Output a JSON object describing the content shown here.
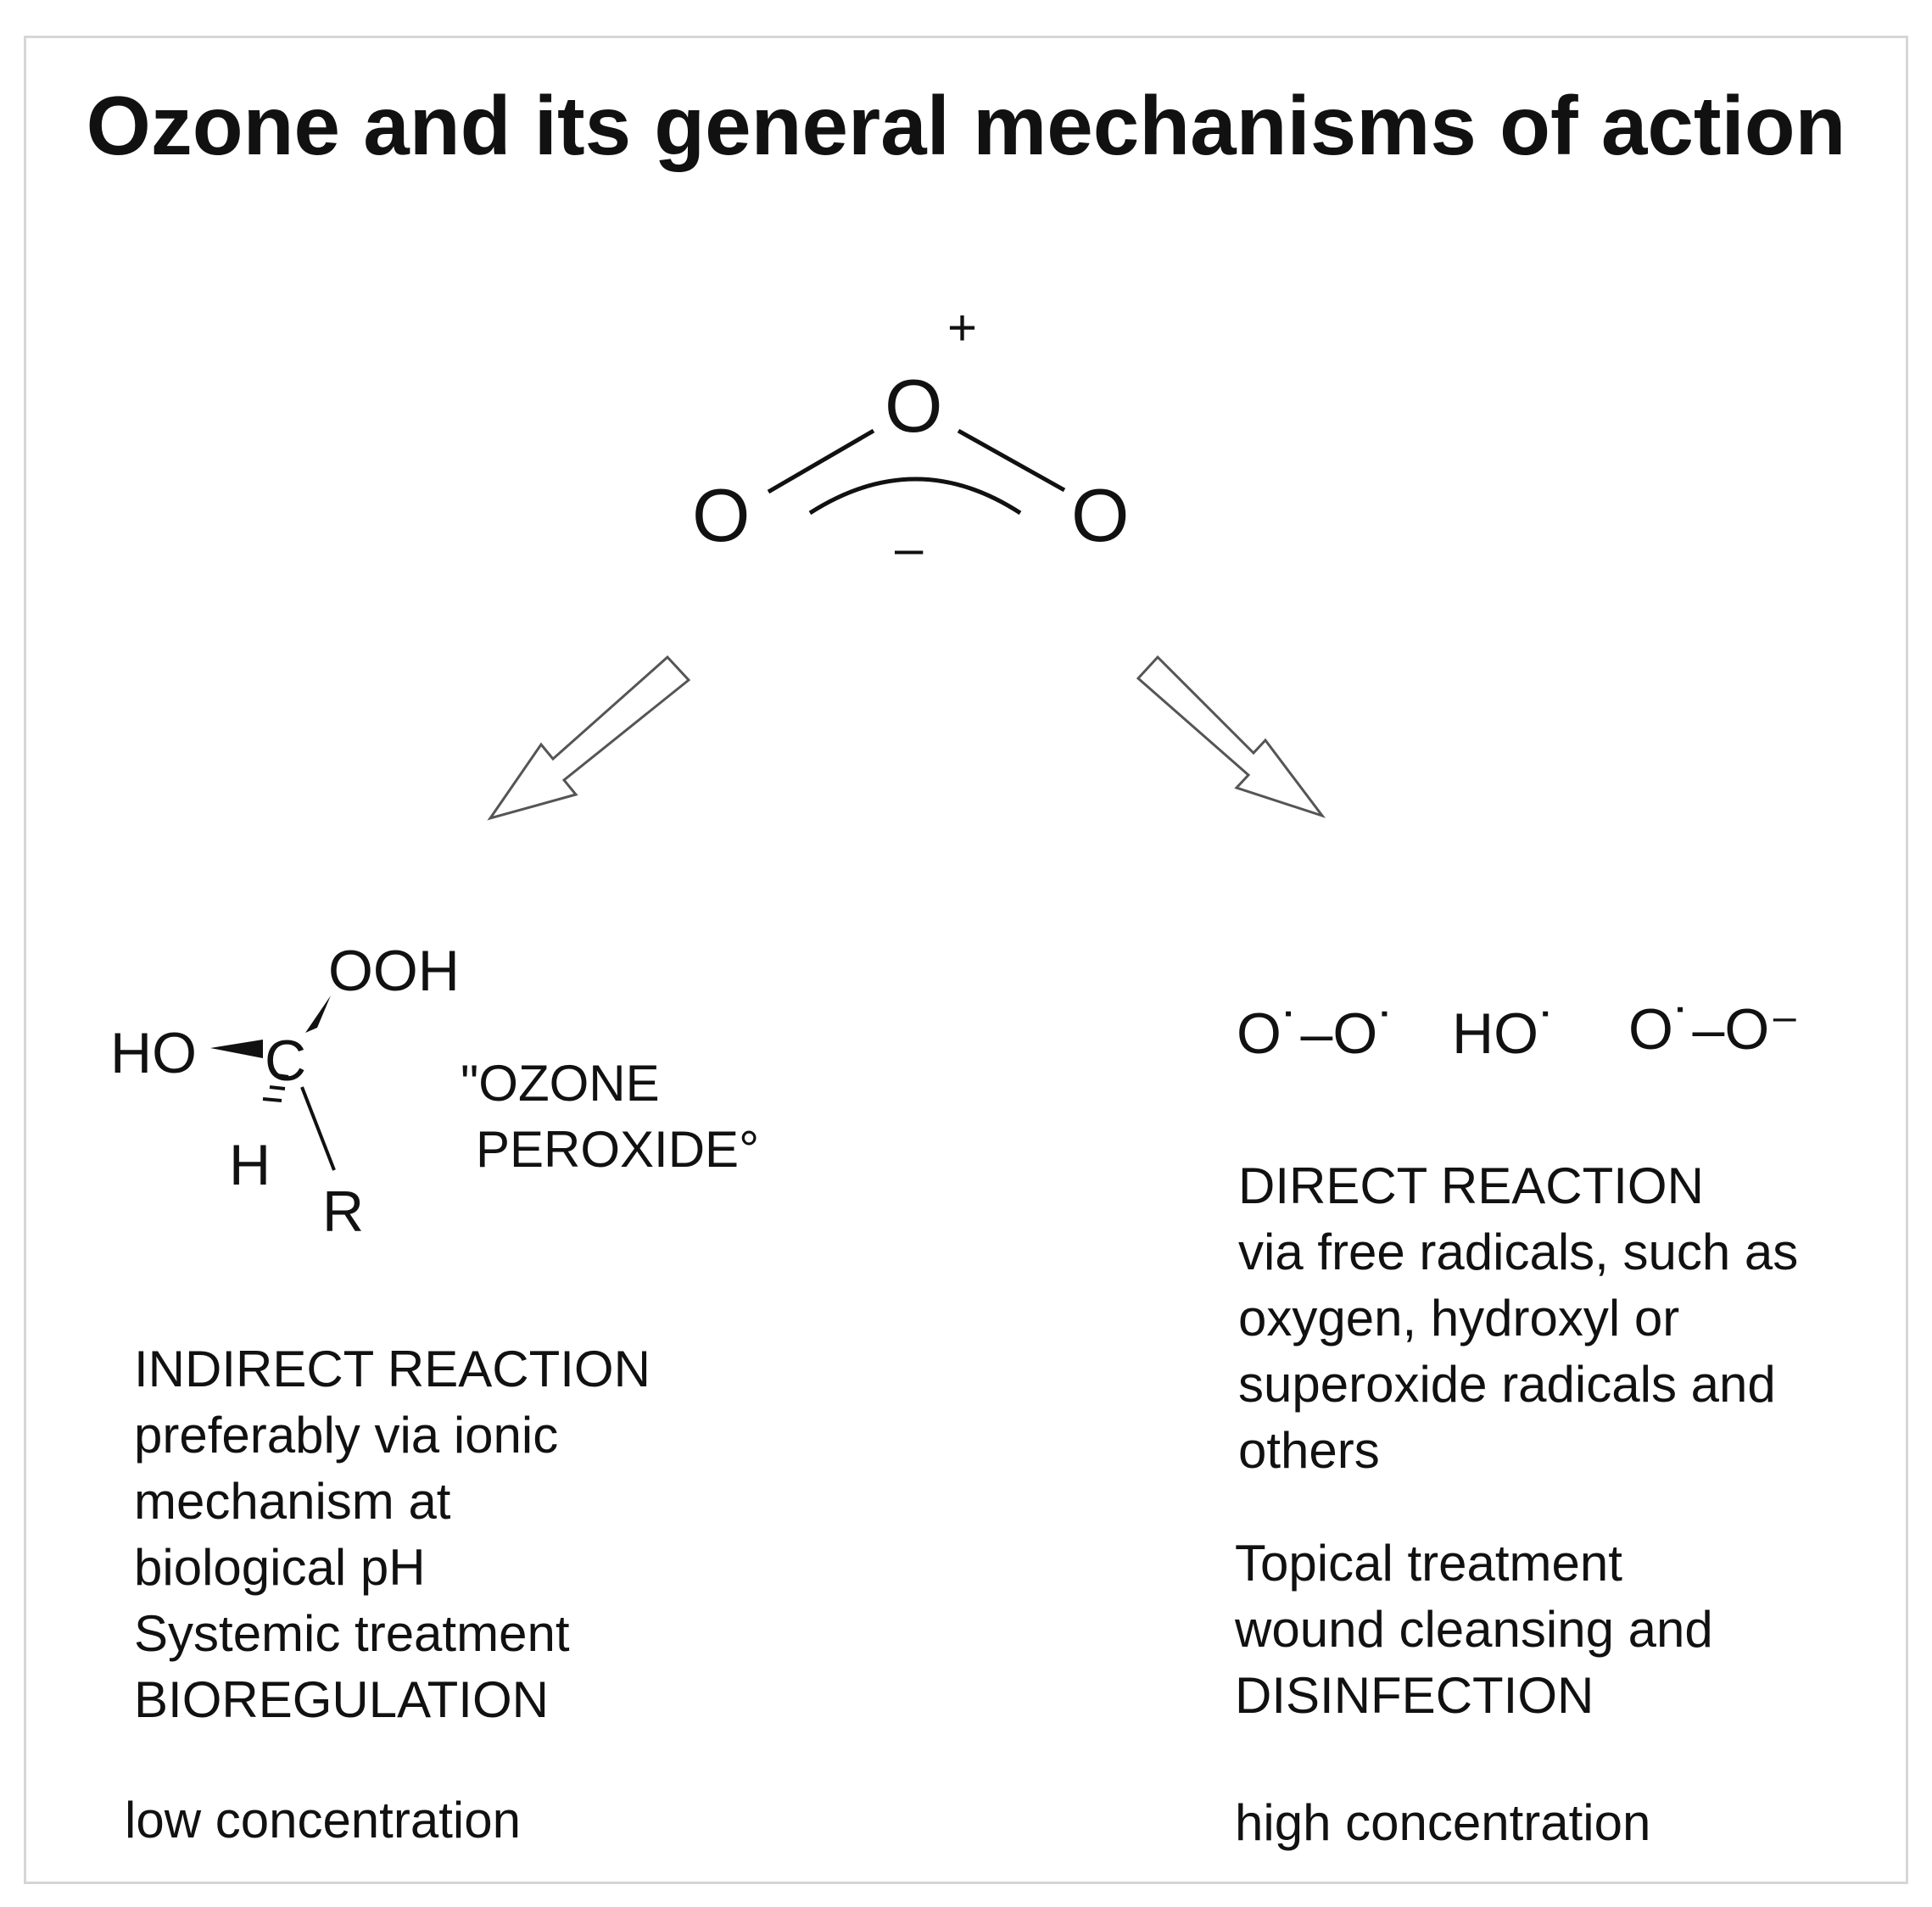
{
  "title": "Ozone and its general mechanisms of action",
  "ozone": {
    "atom_top": "O",
    "atom_left": "O",
    "atom_right": "O",
    "charge_plus": "+",
    "charge_minus": "–"
  },
  "left": {
    "molecule": {
      "ooh": "OOH",
      "ho": "HO",
      "c": "C",
      "h": "H",
      "r": "R"
    },
    "peroxide_line1": "\"OZONE",
    "peroxide_line2": "PEROXIDE°",
    "heading": "INDIRECT REACTION",
    "lines": [
      "preferably via ionic",
      "mechanism at",
      "biological pH",
      "Systemic treatment",
      "BIOREGULATION"
    ],
    "concentration": "low concentration"
  },
  "right": {
    "radicals": [
      "O˙–O˙",
      "HO˙",
      "O˙–O⁻"
    ],
    "heading": "DIRECT REACTION",
    "lines": [
      "via free radicals, such as",
      "oxygen, hydroxyl or",
      "superoxide radicals and",
      "others"
    ],
    "treatment_lines": [
      "Topical treatment",
      "wound cleansing and",
      "DISINFECTION"
    ],
    "concentration": "high concentration"
  }
}
